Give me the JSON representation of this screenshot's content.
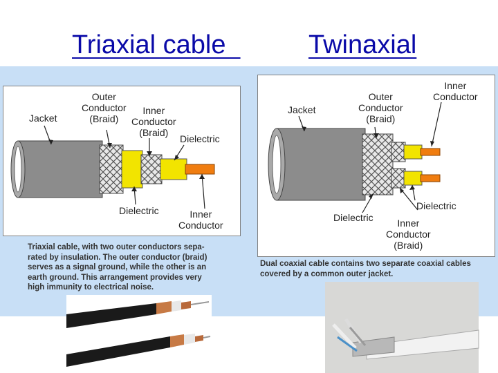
{
  "titles": {
    "left": "Triaxial cable  ",
    "right": "Twinaxial"
  },
  "triaxial": {
    "labels": {
      "outer_conductor": "Outer\nConductor\n(Braid)",
      "inner_conductor_braid": "Inner\nConductor\n(Braid)",
      "jacket": "Jacket",
      "dielectric_top": "Dielectric",
      "dielectric_bottom": "Dielectric",
      "inner_conductor": "Inner\nConductor"
    },
    "caption": [
      "Triaxial cable, with two outer conductors sepa-",
      "rated by insulation. The outer conductor (braid)",
      "serves as a signal ground, while the other is an",
      "earth ground.  This arrangement provides very",
      "high  immunity to electrical noise."
    ]
  },
  "twinaxial": {
    "labels": {
      "inner_conductor_top": "Inner\nConductor",
      "outer_conductor": "Outer\nConductor\n(Braid)",
      "jacket": "Jacket",
      "dielectric_right": "Dielectric",
      "dielectric_left": "Dielectric",
      "inner_conductor_braid": "Inner\nConductor\n(Braid)"
    },
    "caption": [
      "Dual coaxial cable contains two  separate coaxial cables",
      "covered by a common outer jacket."
    ]
  },
  "colors": {
    "title": "#0a0aa8",
    "band": "#c8dff6",
    "jacket": "#8c8c8c",
    "dielectric": "#f2e400",
    "conductor": "#f07d10",
    "copper": "#c77a45"
  }
}
